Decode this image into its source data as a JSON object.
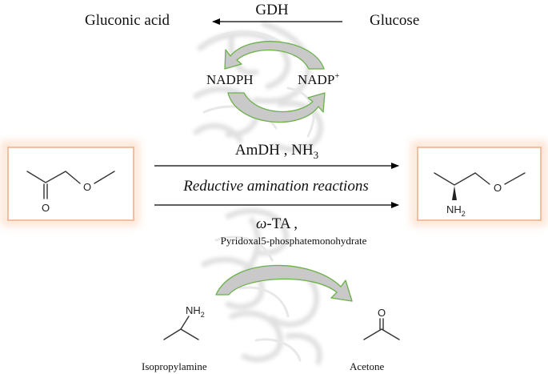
{
  "cofactor_cycle": {
    "gdh": "GDH",
    "gluconic_acid": "Gluconic acid",
    "glucose": "Glucose",
    "nadph": "NADPH",
    "nadp_base": "NADP",
    "nadp_sup": "+"
  },
  "main_reaction": {
    "amdh": "AmDH , NH",
    "amdh_sub": "3",
    "title": "Reductive amination reactions",
    "omega": "ω",
    "ta": "-TA ,",
    "plp": "Pyridoxal5-phosphatemonohydrate"
  },
  "substrate": {
    "atom_o_ether": "O",
    "atom_o_keto": "O"
  },
  "product": {
    "atom_o_ether": "O",
    "nh": "NH",
    "nh_sub": "2"
  },
  "amine_donor": {
    "nh": "NH",
    "nh_sub": "2",
    "name": "Isopropylamine"
  },
  "coproduct": {
    "atom_o": "O",
    "name": "Acetone"
  },
  "colors": {
    "box_border": "#f2b08a",
    "box_glow": "#fde3d2",
    "cycle_arrow_stroke": "#6bb04a",
    "cycle_arrow_fill": "#c9c9c9",
    "protein_shadow": "#dcdcdc"
  }
}
